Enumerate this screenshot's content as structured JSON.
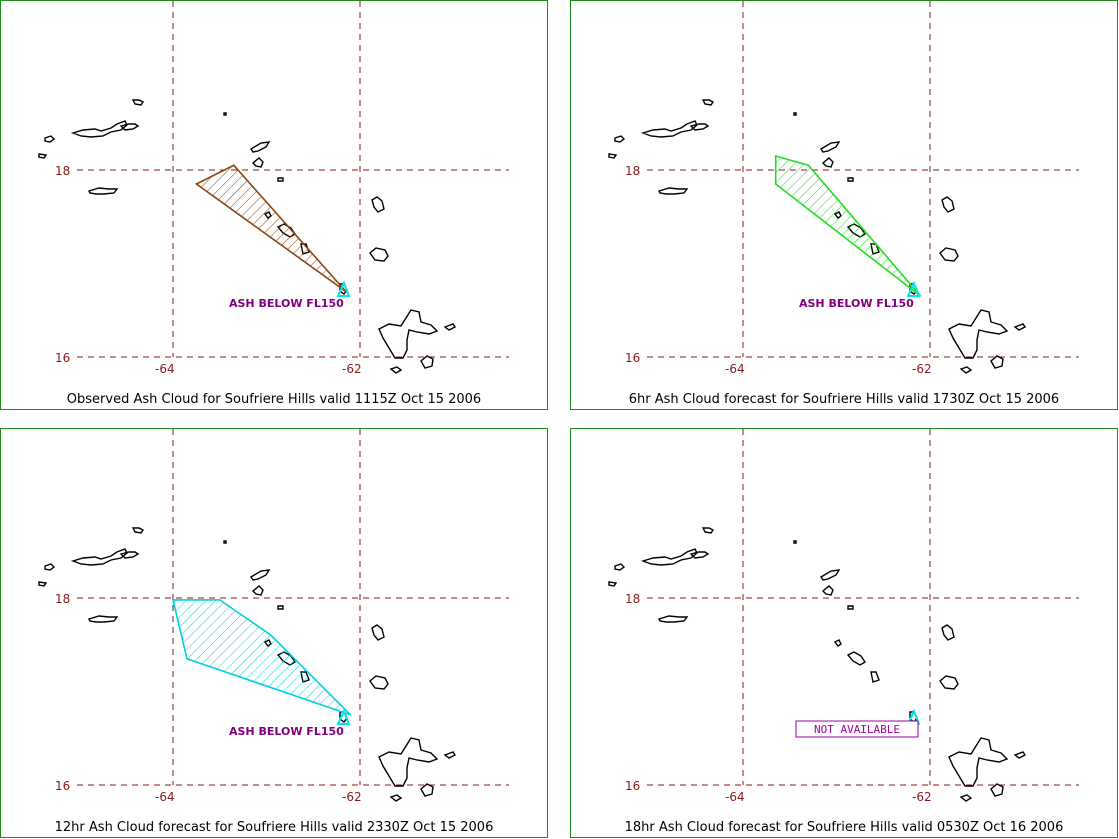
{
  "colors": {
    "grid": "#8b1a1a",
    "coast": "#000000",
    "border": "#1e8a1e",
    "label_text": "#800080",
    "volcano": "#00e5ee"
  },
  "grid_labels": {
    "lat_upper": "18",
    "lat_lower": "16",
    "lon_left": "-64",
    "lon_right": "-62"
  },
  "panels": [
    {
      "caption": "Observed Ash Cloud for Soufriere  Hills valid 1115Z Oct 15 2006",
      "ash_color": "#8b4513",
      "ash_polygon_lonlat": [
        [
          -62.15,
          16.7
        ],
        [
          -63.35,
          18.05
        ],
        [
          -63.75,
          17.85
        ],
        [
          -62.15,
          16.7
        ]
      ],
      "ash_label": "ASH BELOW FL150"
    },
    {
      "caption": "6hr Ash Cloud forecast for Soufriere  Hills valid 1730Z Oct 15 2006",
      "ash_color": "#22dd22",
      "ash_polygon_lonlat": [
        [
          -62.1,
          16.65
        ],
        [
          -63.3,
          18.05
        ],
        [
          -63.65,
          18.15
        ],
        [
          -63.65,
          17.85
        ],
        [
          -62.1,
          16.65
        ]
      ],
      "ash_label": "ASH BELOW FL150"
    },
    {
      "caption": "12hr Ash Cloud forecast for Soufriere  Hills valid 2330Z Oct 15 2006",
      "ash_color": "#00d0e0",
      "ash_polygon_lonlat": [
        [
          -62.1,
          16.75
        ],
        [
          -63.85,
          17.35
        ],
        [
          -64.0,
          17.98
        ],
        [
          -63.5,
          17.98
        ],
        [
          -62.95,
          17.6
        ],
        [
          -62.1,
          16.75
        ]
      ],
      "ash_label": "ASH BELOW FL150"
    },
    {
      "caption": "18hr Ash Cloud forecast for Soufriere  Hills valid 0530Z Oct 16 2006",
      "ash_color": "",
      "ash_polygon_lonlat": [],
      "ash_label": "",
      "status_box": "NOT AVAILABLE"
    }
  ]
}
